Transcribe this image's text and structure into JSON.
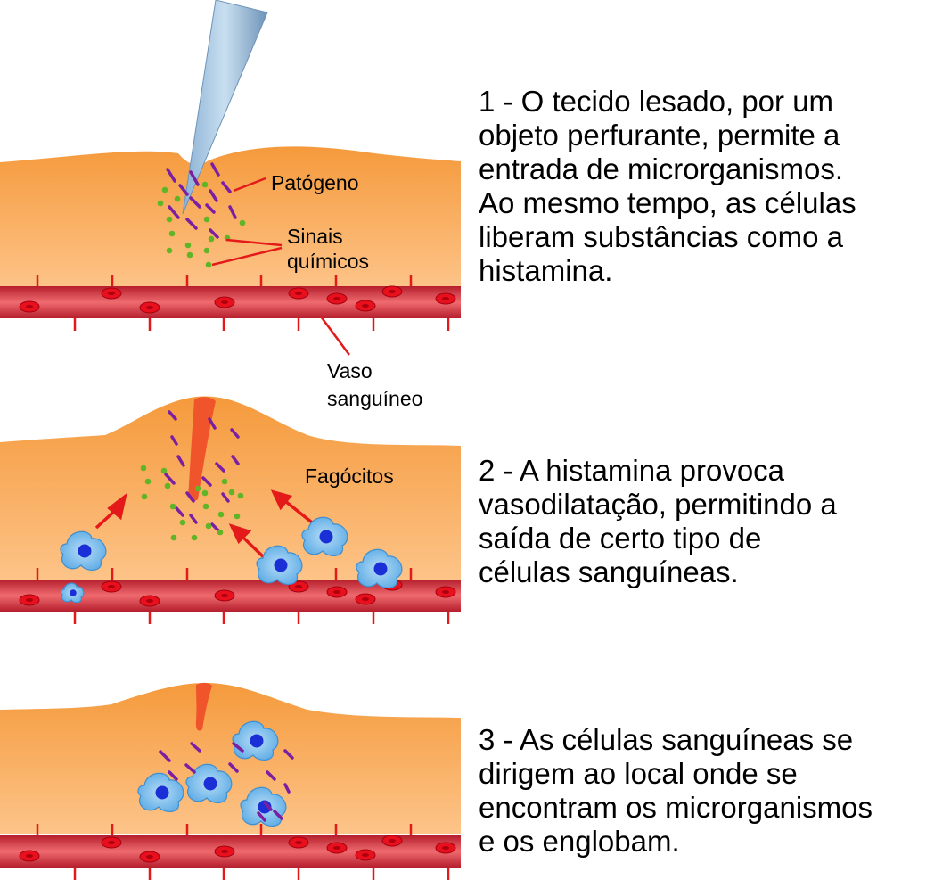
{
  "labels": {
    "pathogen": "Patógeno",
    "chemical_signals_line1": "Sinais",
    "chemical_signals_line2": "químicos",
    "vessel_line1": "Vaso",
    "vessel_line2": "sanguíneo",
    "phagocytes": "Fagócitos"
  },
  "steps": [
    {
      "lines": [
        "1 - O tecido lesado, por um",
        "objeto perfurante, permite a",
        "entrada de microrganismos.",
        "Ao mesmo tempo, as células",
        "liberam substâncias como a",
        "histamina."
      ]
    },
    {
      "lines": [
        "2 - A histamina provoca",
        "vasodilatação, permitindo a",
        "saída de certo tipo de",
        "células sanguíneas."
      ]
    },
    {
      "lines": [
        "3 - As células sanguíneas se",
        "dirigem ao local onde se",
        "encontram os microrganismos",
        "e os englobam."
      ]
    }
  ],
  "colors": {
    "tissue_top": "#f59a3c",
    "tissue_bottom": "#fdc489",
    "vessel": "#d62d3d",
    "red_cell": "#e8101c",
    "pathogen": "#7b1fa2",
    "chemical_signal": "#5fb526",
    "phagocyte": "#7cc2ef",
    "nucleus": "#1b2fd6",
    "arrow": "#e41a1a"
  }
}
